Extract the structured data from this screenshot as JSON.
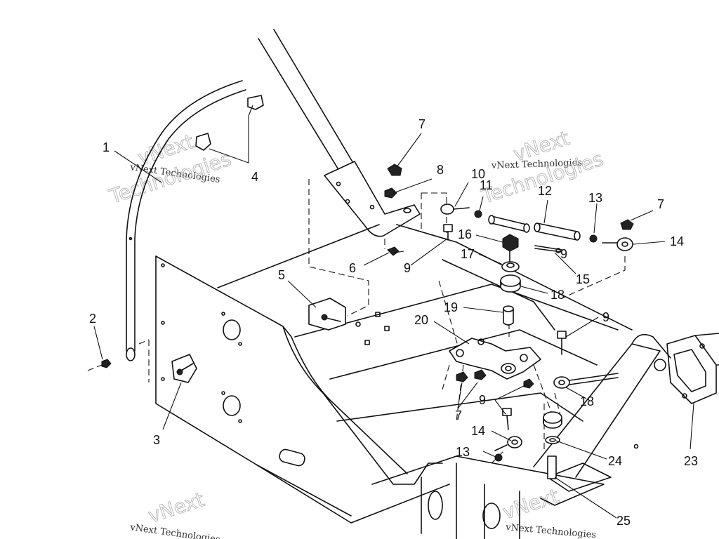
{
  "callouts": [
    "1",
    "2",
    "3",
    "4",
    "5",
    "6",
    "7",
    "7",
    "7",
    "8",
    "9",
    "9",
    "9",
    "9",
    "10",
    "11",
    "12",
    "13",
    "13",
    "14",
    "14",
    "15",
    "16",
    "17",
    "18",
    "18",
    "19",
    "20",
    "23",
    "24",
    "25"
  ],
  "watermark": {
    "small_text": "vNext Technologies",
    "big_line1": "vNext",
    "big_line2": "Technologies"
  }
}
